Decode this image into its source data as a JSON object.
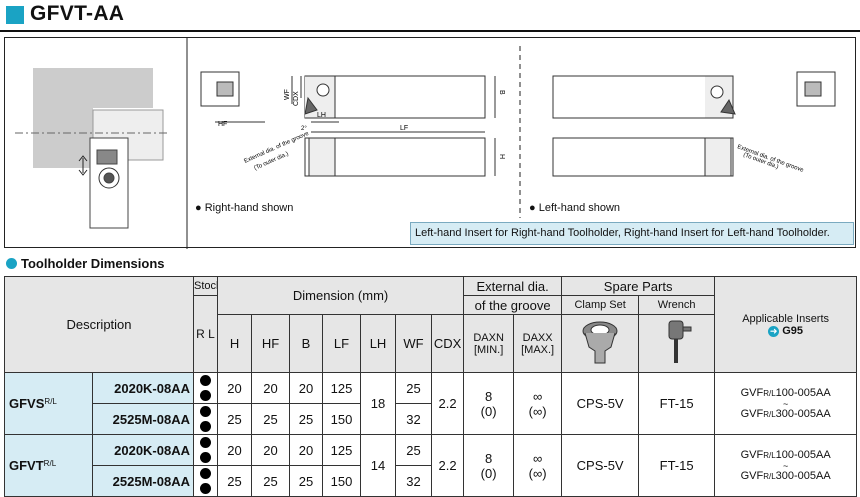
{
  "title": "GFVT-AA",
  "drawing": {
    "labels": {
      "hf": "HF",
      "lh": "LH",
      "lf": "LF",
      "wf": "WF",
      "cdx": "CDX",
      "b": "B",
      "h": "H",
      "pos": "2°",
      "groove": "External dia. of the groove",
      "groove_sub": "(To outer dia.)"
    },
    "right_caption": "Right-hand shown",
    "left_caption": "Left-hand shown",
    "note": "Left-hand Insert for Right-hand Toolholder, Right-hand Insert for Left-hand Toolholder."
  },
  "section_title": "Toolholder Dimensions",
  "table": {
    "description": "Description",
    "stock": "Stock",
    "stock_r": "R",
    "stock_l": "L",
    "dimension": "Dimension (mm)",
    "ext_dia_1": "External dia.",
    "ext_dia_2": "of the groove",
    "spare_parts": "Spare Parts",
    "clamp_set": "Clamp Set",
    "wrench": "Wrench",
    "applicable_1": "Applicable Inserts",
    "applicable_ref": "G95",
    "cols": {
      "h": "H",
      "hf": "HF",
      "b": "B",
      "lf": "LF",
      "lh": "LH",
      "wf": "WF",
      "cdx": "CDX"
    },
    "daxn_1": "DAXN",
    "daxn_2": "[MIN.]",
    "daxx_1": "DAXX",
    "daxx_2": "[MAX.]",
    "groups": [
      {
        "series": "GFVS",
        "suffix_r": "R",
        "suffix_l": "L",
        "lh": "18",
        "cdx": "2.2",
        "daxn": "8",
        "daxn_sub": "(0)",
        "daxx": "∞",
        "daxx_sub": "(∞)",
        "clamp": "CPS-5V",
        "wrench": "FT-15",
        "insert_1": "GVF",
        "insert_1b": "100-005AA",
        "insert_tilde": "~",
        "insert_2": "GVF",
        "insert_2b": "300-005AA",
        "rows": [
          {
            "code": "2020K-08AA",
            "h": "20",
            "hf": "20",
            "b": "20",
            "lf": "125",
            "wf": "25"
          },
          {
            "code": "2525M-08AA",
            "h": "25",
            "hf": "25",
            "b": "25",
            "lf": "150",
            "wf": "32"
          }
        ]
      },
      {
        "series": "GFVT",
        "suffix_r": "R",
        "suffix_l": "L",
        "lh": "14",
        "cdx": "2.2",
        "daxn": "8",
        "daxn_sub": "(0)",
        "daxx": "∞",
        "daxx_sub": "(∞)",
        "clamp": "CPS-5V",
        "wrench": "FT-15",
        "insert_1": "GVF",
        "insert_1b": "100-005AA",
        "insert_tilde": "~",
        "insert_2": "GVF",
        "insert_2b": "300-005AA",
        "rows": [
          {
            "code": "2020K-08AA",
            "h": "20",
            "hf": "20",
            "b": "20",
            "lf": "125",
            "wf": "25"
          },
          {
            "code": "2525M-08AA",
            "h": "25",
            "hf": "25",
            "b": "25",
            "lf": "150",
            "wf": "32"
          }
        ]
      }
    ]
  },
  "colors": {
    "accent": "#1aa3c4",
    "row_bg": "#d6ecf4",
    "head_bg": "#e6e6e6"
  }
}
